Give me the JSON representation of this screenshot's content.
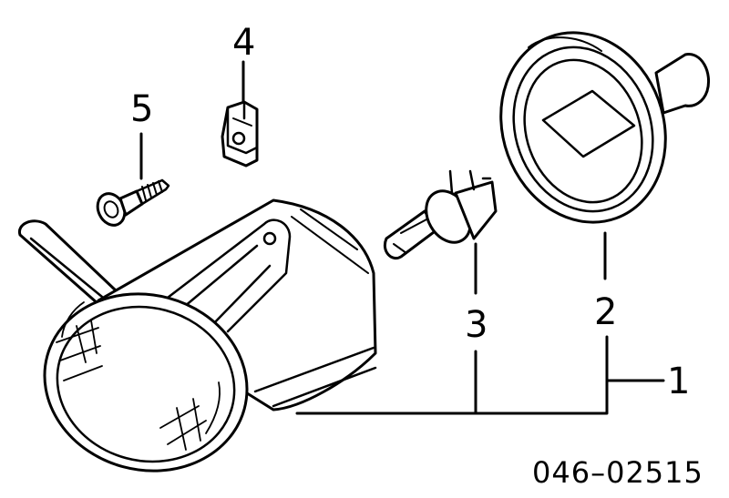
{
  "callouts": {
    "c1": "1",
    "c2": "2",
    "c3": "3",
    "c4": "4",
    "c5": "5"
  },
  "part_number": "046–02515",
  "colors": {
    "ink": "#000000",
    "paper": "#ffffff"
  },
  "parts": [
    {
      "callout": "1",
      "icon": "fog-lamp-assembly-icon"
    },
    {
      "callout": "2",
      "icon": "bulb-socket-cap-icon"
    },
    {
      "callout": "3",
      "icon": "halogen-bulb-icon"
    },
    {
      "callout": "4",
      "icon": "clip-nut-icon"
    },
    {
      "callout": "5",
      "icon": "screw-icon"
    }
  ]
}
